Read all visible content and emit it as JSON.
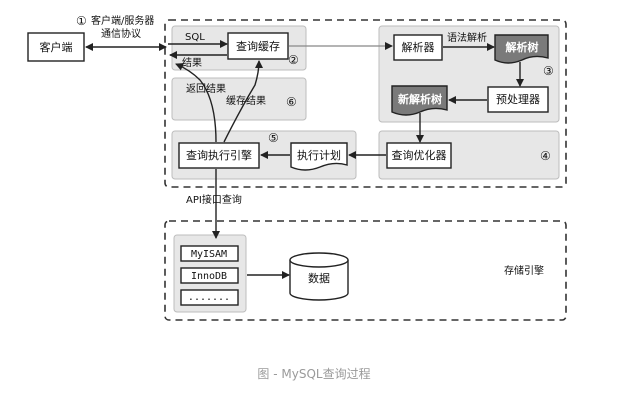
{
  "figure": {
    "caption": "图 - MySQL查询过程"
  },
  "nodes": {
    "client": "客户端",
    "query_cache": "查询缓存",
    "parser": "解析器",
    "parse_tree": "解析树",
    "preprocessor": "预处理器",
    "new_parse_tree": "新解析树",
    "query_optimizer": "查询优化器",
    "execution_plan": "执行计划",
    "query_engine": "查询执行引擎",
    "myisam": "MyISAM",
    "innodb": "InnoDB",
    "more_engines": ".......",
    "data": "数据"
  },
  "labels": {
    "client_protocol_line1": "客户端/服务器",
    "client_protocol_line2": "通信协议",
    "sql": "SQL",
    "result": "结果",
    "grammar_parse": "语法解析",
    "return_result": "返回结果",
    "cache_result": "缓存结果",
    "api_query": "API接口查询",
    "storage_engine": "存储引擎"
  },
  "steps": {
    "s1": "①",
    "s2": "②",
    "s3": "③",
    "s4": "④",
    "s5": "⑤",
    "s6": "⑥"
  },
  "colors": {
    "box_border": "#222222",
    "zone_fill": "#e7e7e7",
    "zone_border": "#bdbdbd",
    "dark_fill": "#7a7a7a",
    "caption": "#9a9a9a"
  }
}
